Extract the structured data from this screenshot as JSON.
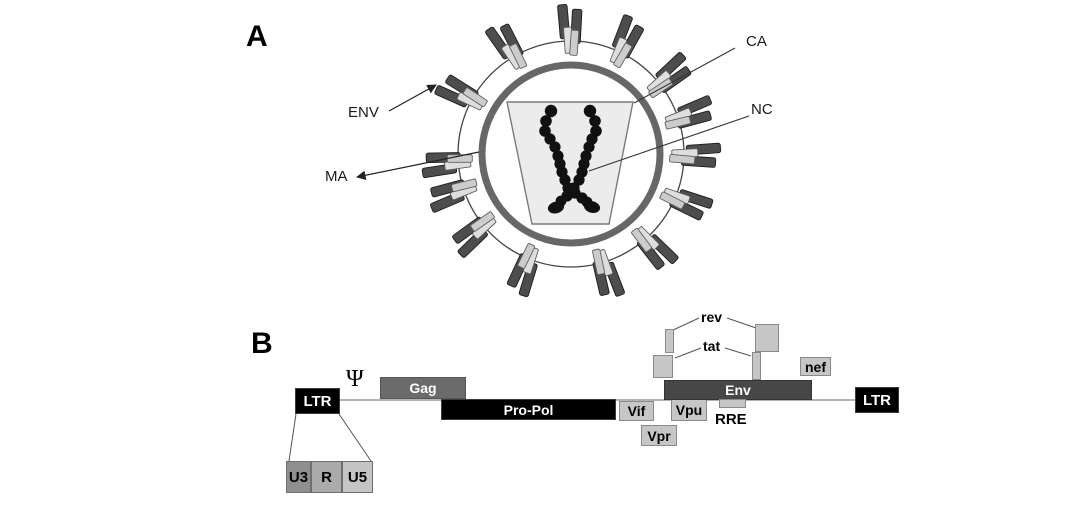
{
  "figure": {
    "panel_a_label": "A",
    "panel_b_label": "B"
  },
  "panel_a": {
    "callouts": {
      "env": "ENV",
      "ma": "MA",
      "ca": "CA",
      "nc": "NC"
    }
  },
  "panel_b": {
    "psi_symbol": "Ψ",
    "genes": {
      "ltr_left": "LTR",
      "gag": "Gag",
      "pro_pol": "Pro-Pol",
      "vif": "Vif",
      "vpr": "Vpr",
      "vpu": "Vpu",
      "env": "Env",
      "nef": "nef",
      "ltr_right": "LTR"
    },
    "elements": {
      "rre_label": "RRE",
      "rev_label": "rev",
      "tat_label": "tat"
    },
    "ltr_regions": {
      "u3": "U3",
      "r": "R",
      "u5": "U5"
    }
  },
  "colors": {
    "black_box": "#000000",
    "gag_box": "#6b6b6b",
    "env_box": "#474747",
    "light_box": "#c6c6c6",
    "u3_box": "#8f8f8f",
    "r_box": "#ababab",
    "u5_box": "#c5c5c5",
    "membrane": "#444444",
    "matrix_ring": "#676767",
    "capsid_fill": "#ececec",
    "rna_beads": "#111111",
    "spike_dark": "#4d4d4d",
    "spike_light": "#dedede"
  }
}
